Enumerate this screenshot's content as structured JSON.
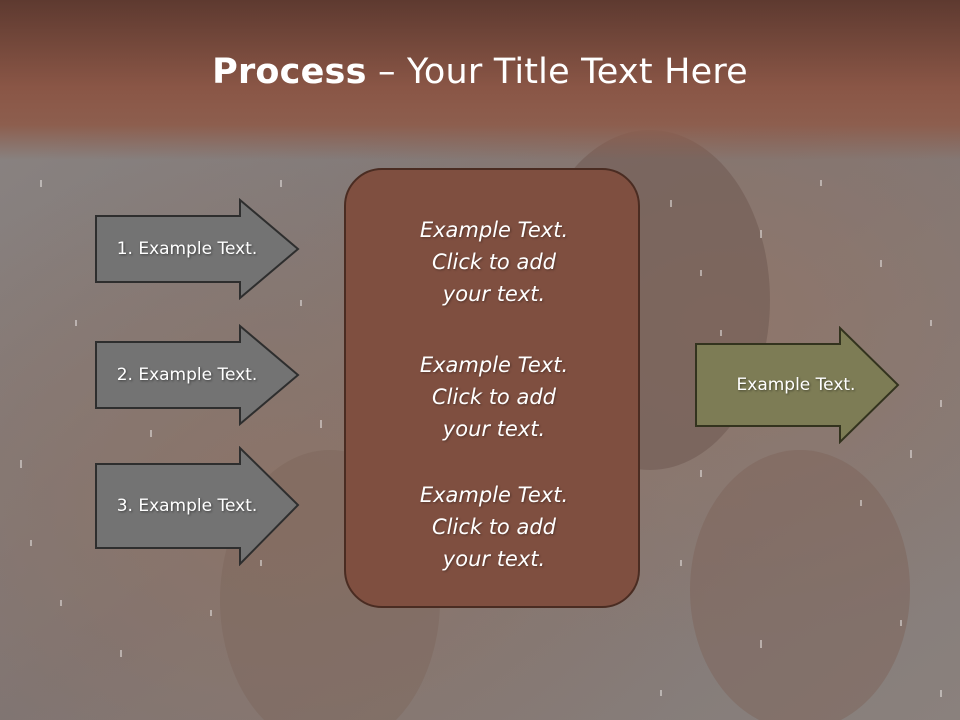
{
  "slide": {
    "title_bold": "Process",
    "title_rest": " – Your Title Text Here"
  },
  "left_steps": [
    {
      "label": "1. Example Text."
    },
    {
      "label": "2. Example Text."
    },
    {
      "label": "3. Example Text."
    }
  ],
  "center_box": {
    "paragraphs": [
      [
        "Example Text.",
        "Click  to add",
        "your text."
      ],
      [
        "Example Text.",
        "Click  to add",
        "your text."
      ],
      [
        "Example Text.",
        "Click  to add",
        "your text."
      ]
    ]
  },
  "output_arrow": {
    "label": "Example Text."
  },
  "colors": {
    "title_band": "#7a4a3c",
    "step_arrow": "#737373",
    "center_box": "#7f4f40",
    "output_arrow": "#7d7c55"
  }
}
